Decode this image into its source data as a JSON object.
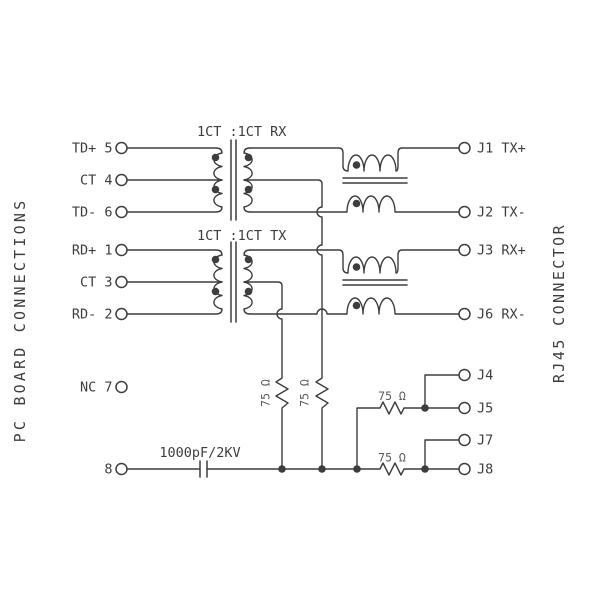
{
  "diagram": {
    "side_titles": {
      "left": "PC BOARD CONNECTIONS",
      "right": "RJ45 CONNECTOR"
    },
    "transformer_labels": {
      "rx": "1CT :1CT  RX",
      "tx": "1CT :1CT  TX"
    },
    "pcb_pins": {
      "td_plus": "TD+ 5",
      "ct4": "CT 4",
      "td_minus": "TD- 6",
      "rd_plus": "RD+ 1",
      "ct3": "CT 3",
      "rd_minus": "RD- 2",
      "nc": "NC 7",
      "pin8": "8"
    },
    "rj45_pins": {
      "j1": "J1 TX+",
      "j2": "J2 TX-",
      "j3": "J3 RX+",
      "j6": "J6 RX-",
      "j4": "J4",
      "j5": "J5",
      "j7": "J7",
      "j8": "J8"
    },
    "components": {
      "r_ct_tx": "75 Ω",
      "r_ct_rx": "75 Ω",
      "r_j4_j5": "75 Ω",
      "r_j7_j8": "75 Ω",
      "capacitor": "1000pF/2KV"
    },
    "colors": {
      "line": "#3d3d3d",
      "background": "#ffffff"
    }
  }
}
